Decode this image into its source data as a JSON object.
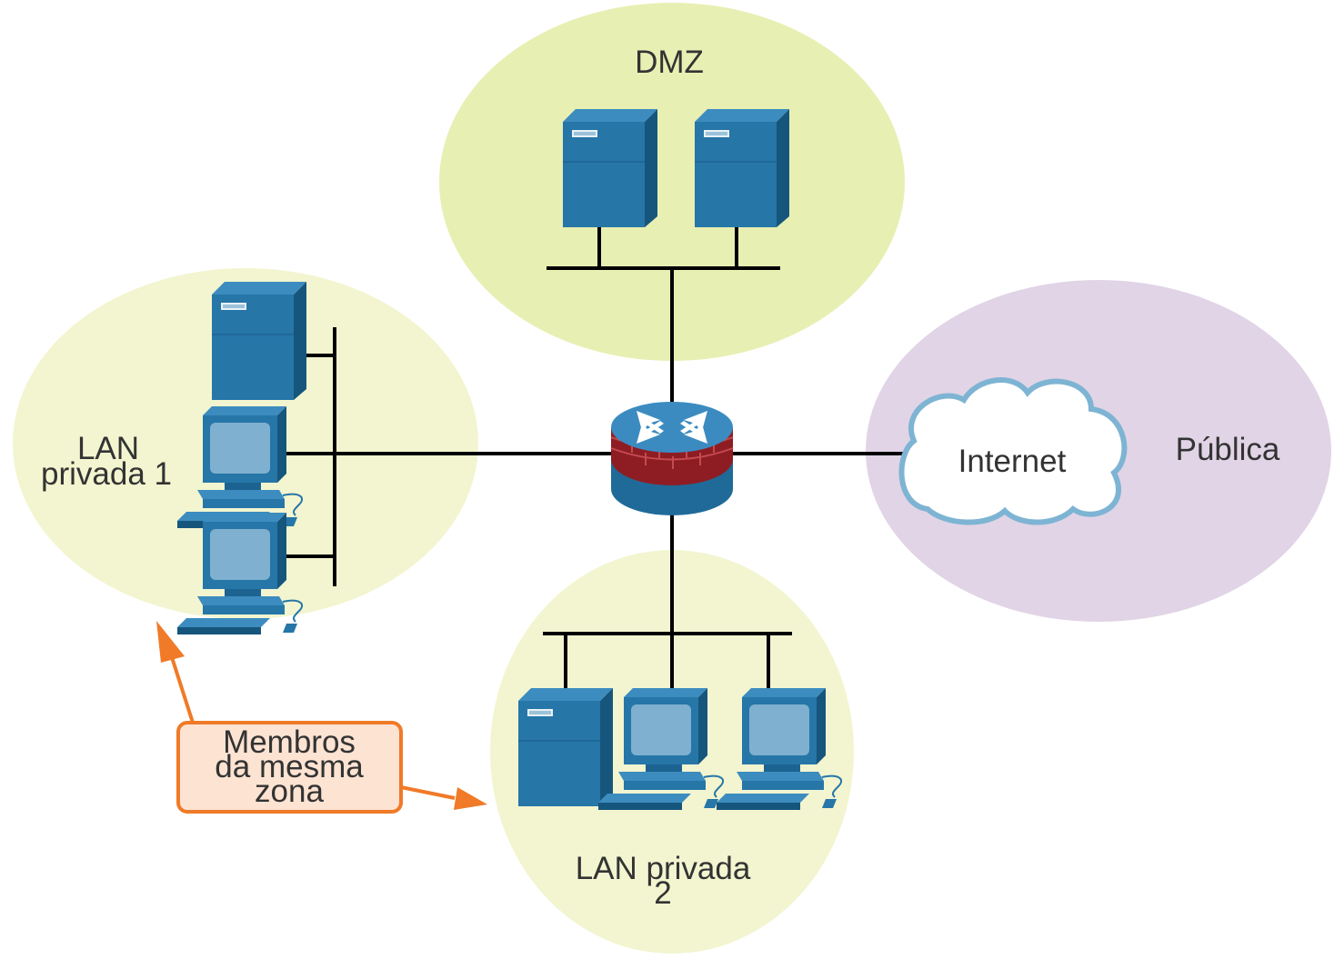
{
  "zones": {
    "dmz": {
      "label": "DMZ",
      "color": "#e8efb3"
    },
    "lan1": {
      "label_line1": "LAN",
      "label_line2": "privada 1",
      "color": "#f2f5cf"
    },
    "lan2": {
      "label_line1": "LAN privada",
      "label_line2": "2",
      "color": "#f2f5cf"
    },
    "publica": {
      "label": "Pública",
      "color": "#e1d4e6"
    }
  },
  "cloud": {
    "label": "Internet"
  },
  "callout": {
    "line1": "Membros",
    "line2": "da mesma",
    "line3": "zona",
    "border_color": "#f07a28",
    "fill_color": "#fde3d2"
  },
  "device_colors": {
    "server_front": "#2676a8",
    "server_side": "#16567d",
    "server_top": "#3c8cbf",
    "screen": "#7fb0cf",
    "firewall_red": "#8e1d23",
    "firewall_top": "#3b8bc0"
  }
}
